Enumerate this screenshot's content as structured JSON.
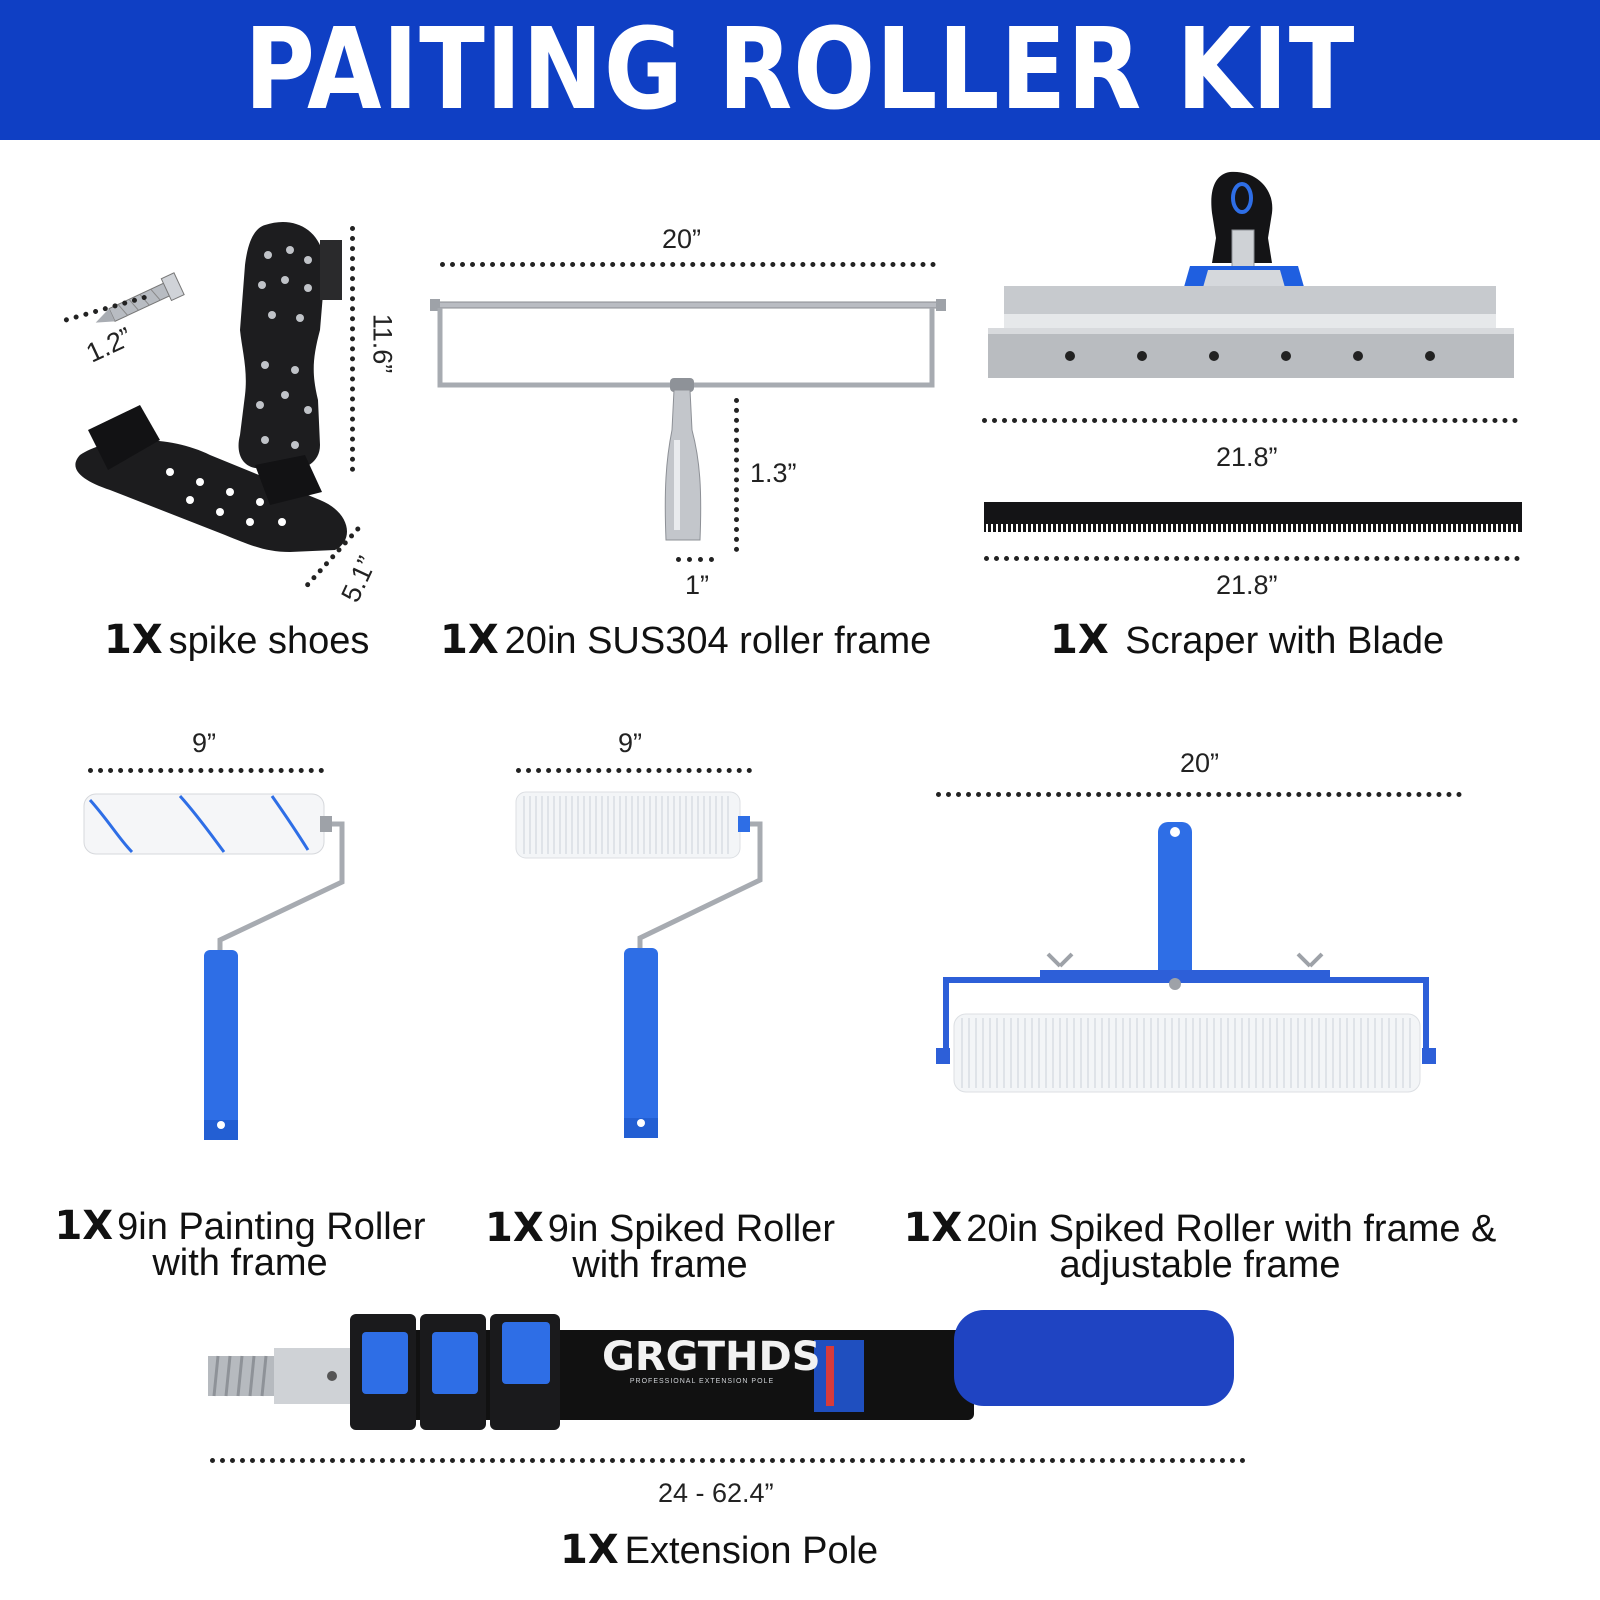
{
  "banner": {
    "title": "PAITING ROLLER KIT",
    "color": "#0f3fc4"
  },
  "items": [
    {
      "qty": "1X",
      "label": "spike shoes",
      "dims": [
        "1.2”",
        "11.6”",
        "5.1”"
      ]
    },
    {
      "qty": "1X",
      "label": "20in SUS304 roller frame",
      "dims": [
        "20”",
        "1.3”",
        "1”"
      ]
    },
    {
      "qty": "1X",
      "label": "Scraper with Blade",
      "dims": [
        "21.8”",
        "21.8”"
      ]
    },
    {
      "qty": "1X",
      "label_line1": "9in Painting Roller",
      "label_line2": "with frame",
      "dims": [
        "9”"
      ]
    },
    {
      "qty": "1X",
      "label_line1": "9in Spiked Roller",
      "label_line2": "with frame",
      "dims": [
        "9”"
      ]
    },
    {
      "qty": "1X",
      "label_line1": "20in Spiked Roller with frame &",
      "label_line2": "adjustable frame",
      "dims": [
        "20”"
      ]
    },
    {
      "qty": "1X",
      "label": "Extension Pole",
      "dims": [
        "24 - 62.4”"
      ]
    }
  ],
  "pole_brand": {
    "name": "GRGTHDS",
    "tagline": "PROFESSIONAL EXTENSION POLE"
  },
  "colors": {
    "blue": "#1f5fe0",
    "handle_blue": "#2e6ee6",
    "black": "#111111",
    "steel": "#c9ccd1"
  },
  "icons": [
    "spike-shoes-image",
    "roller-frame-image",
    "scraper-image",
    "blade-image",
    "painting-roller-image",
    "spiked-roller-image",
    "large-spiked-roller-image",
    "extension-pole-image"
  ]
}
